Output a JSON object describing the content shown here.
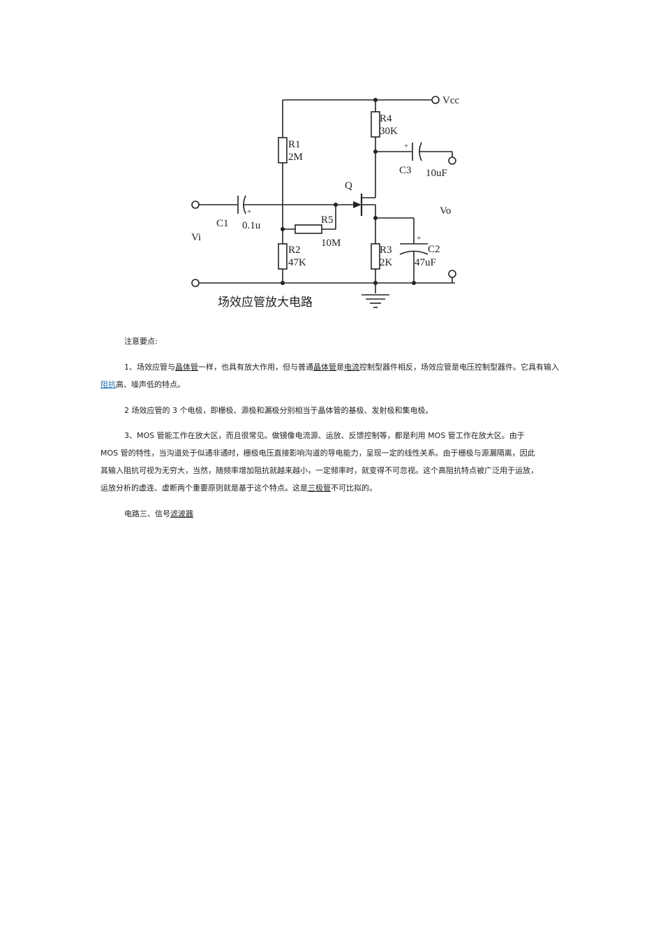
{
  "diagram": {
    "caption": "场效应管放大电路",
    "labels": {
      "vcc": "Vcc",
      "vi": "Vi",
      "vo": "Vo",
      "q": "Q",
      "r1_name": "R1",
      "r1_val": "2M",
      "r2_name": "R2",
      "r2_val": "47K",
      "r3_name": "R3",
      "r3_val": "2K",
      "r4_name": "R4",
      "r4_val": "30K",
      "r5_name": "R5",
      "r5_val": "10M",
      "c1_name": "C1",
      "c1_val": "0.1u",
      "c2_name": "C2",
      "c2_val": "47uF",
      "c3_name": "C3",
      "c3_val": "10uF",
      "plus": "+"
    }
  },
  "notes": {
    "heading": "注意要点:",
    "p1": {
      "t1": "1、场效应管与",
      "u1": "晶体管",
      "t2": "一样，也具有放大作用，但与普通",
      "u2": "晶体管",
      "t3": "是",
      "u3": "电流",
      "t4": "控制型器件相反，场效应管是电压控制型器件。它具",
      "t5": "有输入",
      "link": "阻抗",
      "t6": "高、噪声低的特点。"
    },
    "p2": "2 场效应管的 3 个电极，即栅极、源极和漏极分别相当于晶体管的基极、发射极和集电极。",
    "p3": {
      "line1": "3、MOS 管能工作在放大区，而且很常见。做镜像电流源、运放、反馈控制等，都是利用 MOS 管工作在放大区。由于",
      "line2": "MOS 管的特性，当沟道处于似通非通时，栅极电压直接影响沟道的导电能力，呈现一定的线性关系。由于栅极与源漏隔离，因此",
      "line3": "其输入阻抗可视为无穷大，当然，随频率增加阻抗就越来越小，一定频率时，就变得不可忽视。这个高阻抗特点被广泛用于运放，",
      "line4a": "运放分析的虚连、虚断两个重要原则就是基于这个特点。这是",
      "line4u": "三极管",
      "line4b": "不可比拟的。"
    },
    "section": {
      "t": "电路三、信号",
      "u": "滤波器"
    }
  }
}
